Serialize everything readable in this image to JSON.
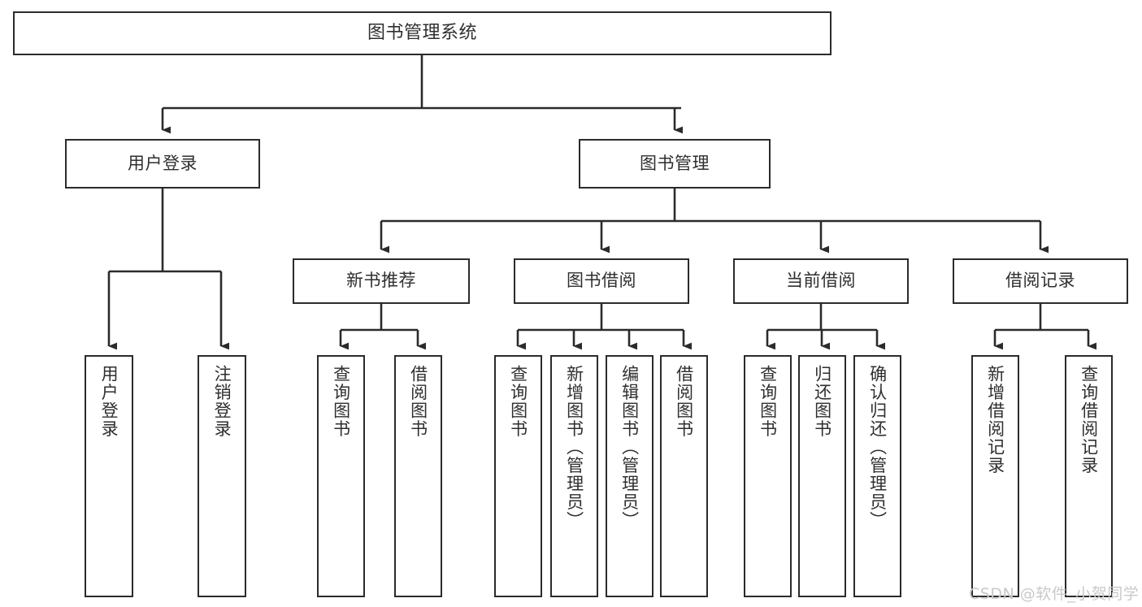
{
  "diagram": {
    "title": "图书管理系统",
    "type": "tree-hierarchy-diagram",
    "colors": {
      "background": "#ffffff",
      "box_border": "#2b2b2b",
      "box_fill": "#ffffff",
      "text": "#2f2f2f",
      "connector": "#2b2b2b",
      "watermark": "#c9c9c9"
    },
    "nodes": {
      "root": {
        "label": "图书管理系统"
      },
      "level2": [
        {
          "id": "user-login",
          "label": "用户登录"
        },
        {
          "id": "book-manage",
          "label": "图书管理"
        }
      ],
      "level3": [
        {
          "id": "new-book-recommend",
          "label": "新书推荐"
        },
        {
          "id": "book-borrow",
          "label": "图书借阅"
        },
        {
          "id": "current-borrow",
          "label": "当前借阅"
        },
        {
          "id": "borrow-record",
          "label": "借阅记录"
        }
      ],
      "leaves": {
        "user_login": [
          {
            "id": "leaf-user-login",
            "label": "用户登录"
          },
          {
            "id": "leaf-logout-login",
            "label": "注销登录"
          }
        ],
        "new_book_recommend": [
          {
            "id": "leaf-query-book-1",
            "label": "查询图书"
          },
          {
            "id": "leaf-borrow-book-1",
            "label": "借阅图书"
          }
        ],
        "book_borrow": [
          {
            "id": "leaf-query-book-2",
            "label": "查询图书"
          },
          {
            "id": "leaf-add-book",
            "label": "新增图书（管理员）"
          },
          {
            "id": "leaf-edit-book",
            "label": "编辑图书（管理员）"
          },
          {
            "id": "leaf-borrow-book-2",
            "label": "借阅图书"
          }
        ],
        "current_borrow": [
          {
            "id": "leaf-query-book-3",
            "label": "查询图书"
          },
          {
            "id": "leaf-return-book",
            "label": "归还图书"
          },
          {
            "id": "leaf-confirm-return",
            "label": "确认归还（管理员）"
          }
        ],
        "borrow_record": [
          {
            "id": "leaf-add-borrow-record",
            "label": "新增借阅记录"
          },
          {
            "id": "leaf-query-borrow-record",
            "label": "查询借阅记录"
          }
        ]
      }
    },
    "watermark": {
      "text": "CSDN @软件_小贺同学"
    }
  }
}
